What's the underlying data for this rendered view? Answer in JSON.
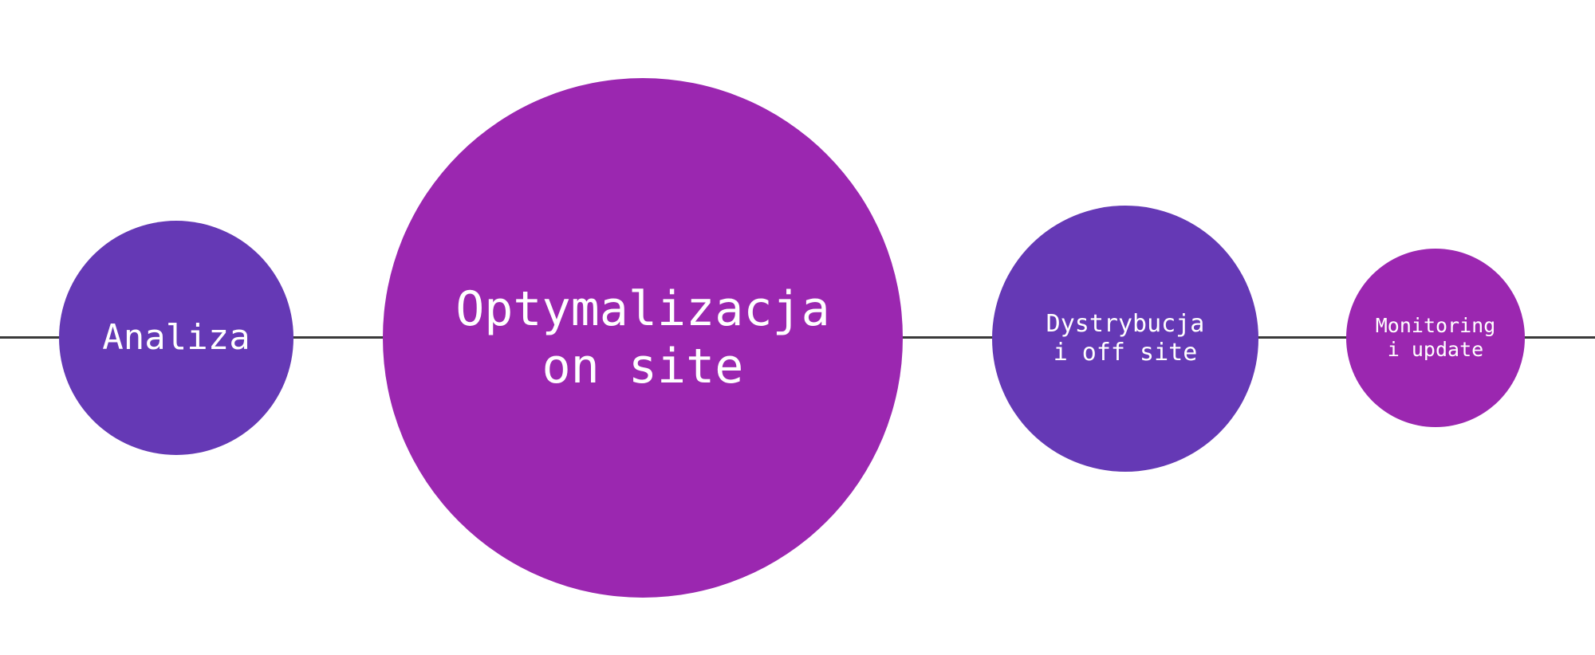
{
  "diagram": {
    "colors": {
      "indigo": "#6539b5",
      "magenta": "#9b27b0",
      "line": "#3a3a3a"
    },
    "steps": [
      {
        "label": "Analiza",
        "color": "#6539b5"
      },
      {
        "label": "Optymalizacja\non site",
        "color": "#9b27b0"
      },
      {
        "label": "Dystrybucja\ni off site",
        "color": "#6539b5"
      },
      {
        "label": "Monitoring\ni update",
        "color": "#9b27b0"
      }
    ]
  }
}
